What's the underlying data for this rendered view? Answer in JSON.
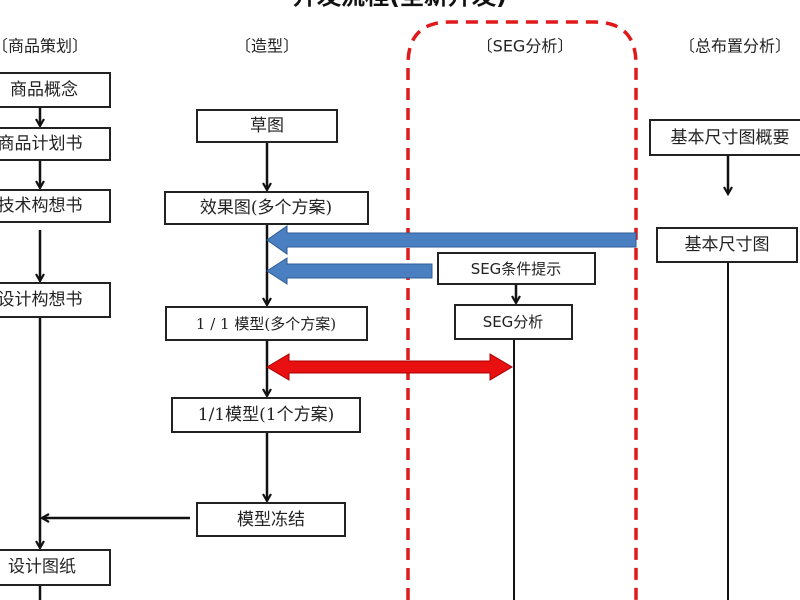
{
  "title": "开发流程(全新开发)",
  "colors": {
    "dashed_frame": "#e01a1a",
    "blue_arrow": "#4a7fc1",
    "red_arrow": "#e81010"
  },
  "columns": {
    "planning": {
      "header": "〔商品策划〕",
      "steps": [
        "商品概念",
        "商品计划书",
        "技术构想书",
        "设计构想书",
        "设计图纸"
      ]
    },
    "styling": {
      "header": "〔造型〕",
      "steps": [
        "草图",
        "效果图(多个方案)",
        "1 / 1 模型(多个方案)",
        "1/1模型(1个方案)",
        "模型冻结"
      ]
    },
    "seg": {
      "header": "〔SEG分析〕",
      "steps": [
        "SEG条件提示",
        "SEG分析"
      ]
    },
    "layout": {
      "header": "〔总布置分析〕",
      "steps": [
        "基本尺寸图概要",
        "基本尺寸图"
      ]
    }
  }
}
